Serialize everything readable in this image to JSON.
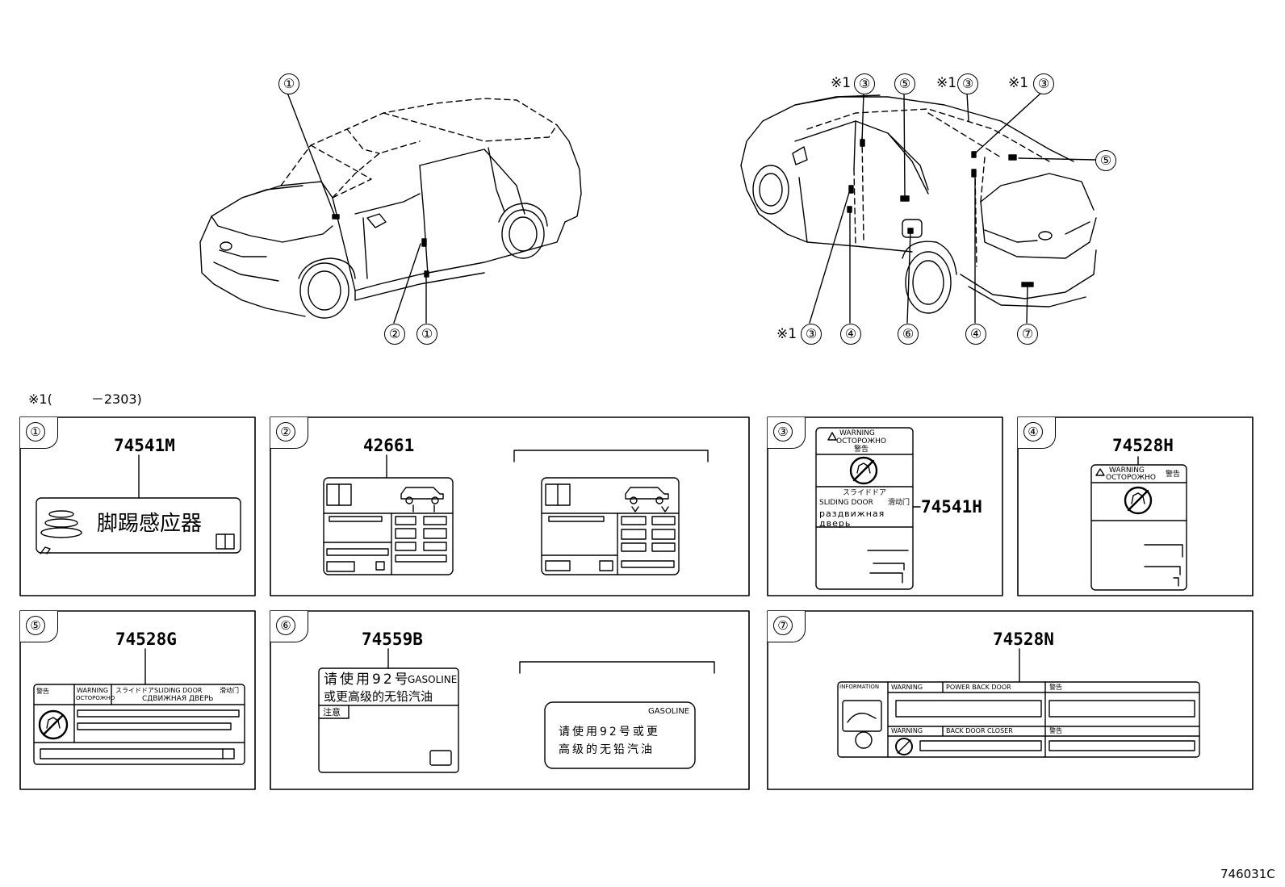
{
  "callouts": {
    "left": [
      "①",
      "②",
      "①"
    ],
    "right_top": [
      "※1",
      "③",
      "⑤",
      "※1",
      "③",
      "※1",
      "③",
      "⑤"
    ],
    "right_bottom": [
      "※1",
      "③",
      "④",
      "⑥",
      "④",
      "⑦"
    ]
  },
  "footnote": "※1(　　　－2303)",
  "panels": [
    {
      "num": "①",
      "part": "74541M",
      "label_text": "脚踢感应器"
    },
    {
      "num": "②",
      "part": "42661"
    },
    {
      "num": "③",
      "part": "74541H",
      "label": {
        "warning": "WARNING",
        "ru": "ОСТОРОЖНО",
        "cn": "警告",
        "jp": "スライドドア",
        "en": "SLIDING DOOR",
        "cn2": "滑动门",
        "ru2a": "раздвижная",
        "ru2b": "дверь"
      }
    },
    {
      "num": "④",
      "part": "74528H",
      "label": {
        "warning": "WARNING",
        "ru": "ОСТОРОЖНО",
        "cn": "警告"
      }
    },
    {
      "num": "⑤",
      "part": "74528G",
      "label": {
        "cn": "警告",
        "warning": "WARNING",
        "ru": "ОСТОРОЖНО",
        "jp": "スライドドア",
        "en": "SLIDING DOOR",
        "cn2": "滑动门",
        "ru2": "СДВИЖНАЯ ДВЕРЬ"
      }
    },
    {
      "num": "⑥",
      "part": "74559B",
      "label": {
        "line1": "请使用92号",
        "gas": "GASOLINE",
        "line2": "或更高级的无铅汽油",
        "note": "注意"
      },
      "label2": {
        "gas": "GASOLINE",
        "line1": "请使用92号或更",
        "line2": "高级的无铅汽油"
      }
    },
    {
      "num": "⑦",
      "part": "74528N",
      "label": {
        "info": "INFORMATION",
        "warn1": "WARNING",
        "pbd": "POWER BACK DOOR",
        "cn1": "警告",
        "warn2": "WARNING",
        "bdc": "BACK DOOR CLOSER",
        "cn2": "警告"
      }
    }
  ],
  "figure_id": "746031C"
}
